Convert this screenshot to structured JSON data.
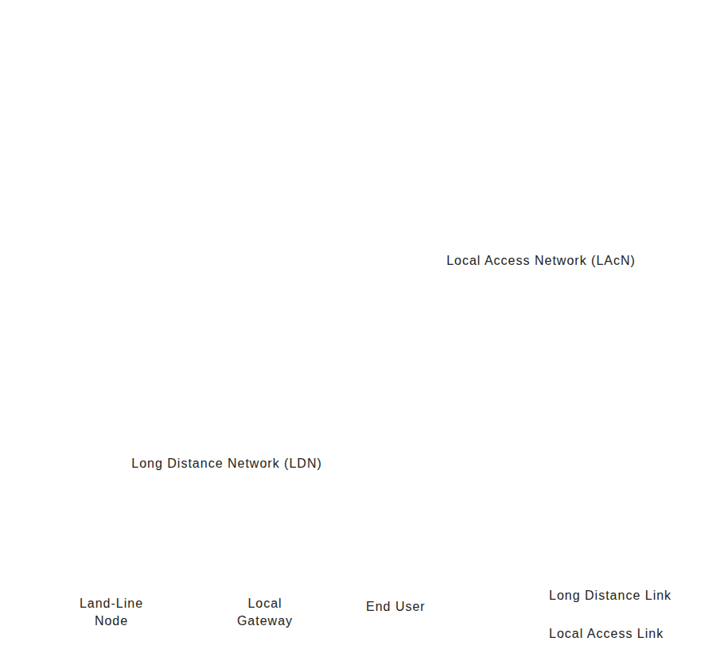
{
  "diagram": {
    "nodes": [
      {
        "text": [
          "Long Distance Network (LDN)"
        ]
      },
      {
        "text": [
          "Local Access Network (LAcN)"
        ]
      }
    ],
    "edges": [],
    "legend": [
      {
        "text": "Land-Line Node"
      },
      {
        "text": "Local Gateway"
      },
      {
        "text": "End User"
      },
      {
        "text": "Long Distance Link"
      },
      {
        "text": "Local Access Link"
      }
    ]
  }
}
